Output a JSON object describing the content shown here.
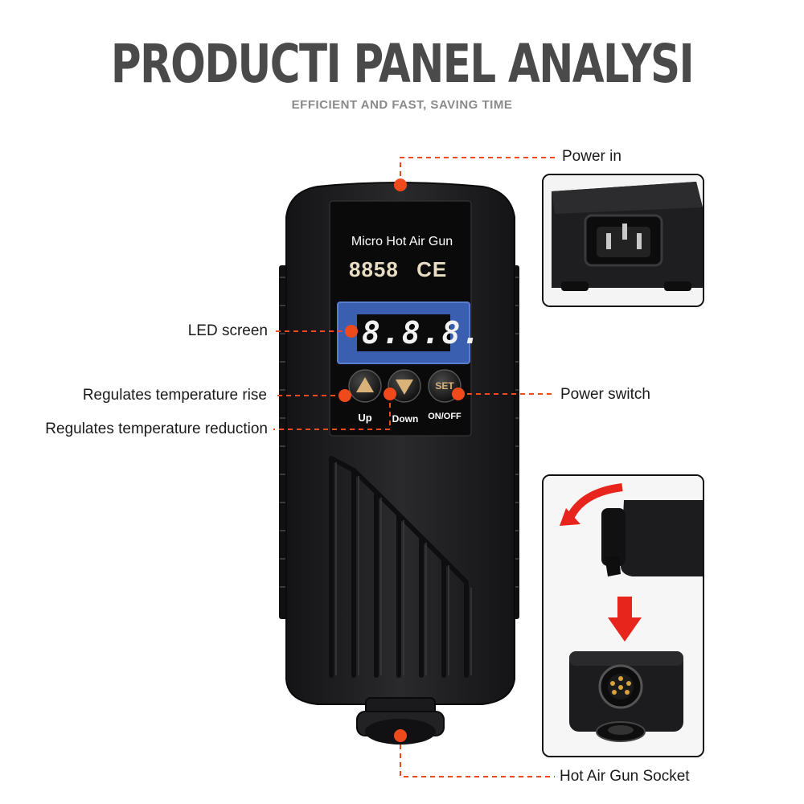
{
  "header": {
    "title": "PRODUCTI PANEL ANALYSI",
    "subtitle": "EFFICIENT AND FAST, SAVING TIME"
  },
  "device": {
    "product_name": "Micro Hot Air Gun",
    "model": "8858",
    "mark": "CE",
    "display_value": "8.8.8.",
    "buttons": {
      "up_label": "Up",
      "down_label": "Down",
      "set_label": "SET",
      "onoff_label": "ON/OFF"
    }
  },
  "callouts": {
    "power_in": "Power in",
    "led_screen": "LED screen",
    "temp_rise": "Regulates temperature rise",
    "temp_reduction": "Regulates temperature reduction",
    "power_switch": "Power switch",
    "socket": "Hot Air Gun Socket"
  },
  "colors": {
    "accent": "#f04a1c",
    "title": "#4a4a4a",
    "subtitle": "#8a8a8a",
    "device_body": "#1c1c1e",
    "display_bg": "#3a5fb0",
    "button_gold": "#d9b377",
    "arrow_red": "#e8251c"
  }
}
